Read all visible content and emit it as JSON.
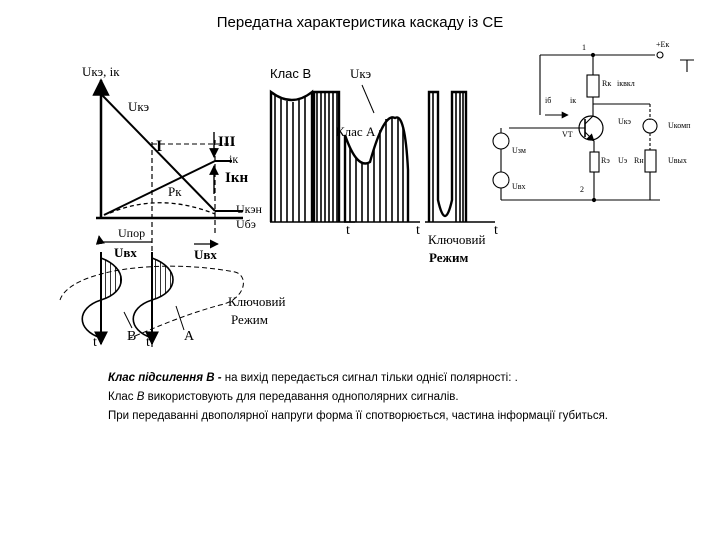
{
  "slide": {
    "title": "Передатна характеристика каскаду із СЕ"
  },
  "characteristic": {
    "axis_y_label": "Uкэ, iк",
    "uke_label": "Uкэ",
    "region_I": "I",
    "region_III": "III",
    "ik_label": "iк",
    "ikn_label": "Iкн",
    "pk_label": "Pк",
    "ukeh_label": "Uкэн",
    "ube_label": "Uбэ",
    "upor_label": "Uпор",
    "uvx_left": "Uвх",
    "uvx_right": "Uвх",
    "t_left": "t",
    "t_right": "t",
    "b_label": "B",
    "a_label": "A",
    "key_mode_1": "Ключовий",
    "key_mode_2": "Режим"
  },
  "waveforms": {
    "class_b_label": "Клас В",
    "uke_label": "Uкэ",
    "class_a_label": "Клас А",
    "t1": "t",
    "t2": "t",
    "t3": "t",
    "key_mode_1": "Ключовий",
    "key_mode_2": "Режим"
  },
  "circuit": {
    "node1": "1",
    "node2": "2",
    "supply": "+Eк",
    "rk_label": "Rк",
    "ikz_label": "iквкл",
    "ib_label": "iб",
    "ik_label": "iк",
    "transistor": "VT",
    "uke_label": "Uкэ",
    "uout_label": "Uвых",
    "ukomp_label": "Uкомп",
    "uvx_label": "Uвх",
    "uzm_label": "Uзм",
    "re_label": "Rэ",
    "ue_label": "Uэ",
    "rn_label": "Rн"
  },
  "description": {
    "line1_em": "Клас підсилення В -",
    "line1_text": " на вихід передається сигнал тільки однієї полярності: .",
    "line2_pre": "Клас ",
    "line2_em": "В",
    "line2_text": " використовують для передавання однополярних сигналів.",
    "line3": "При передаванні двополярної напруги форма її спотворюється, частина інформації губиться."
  }
}
